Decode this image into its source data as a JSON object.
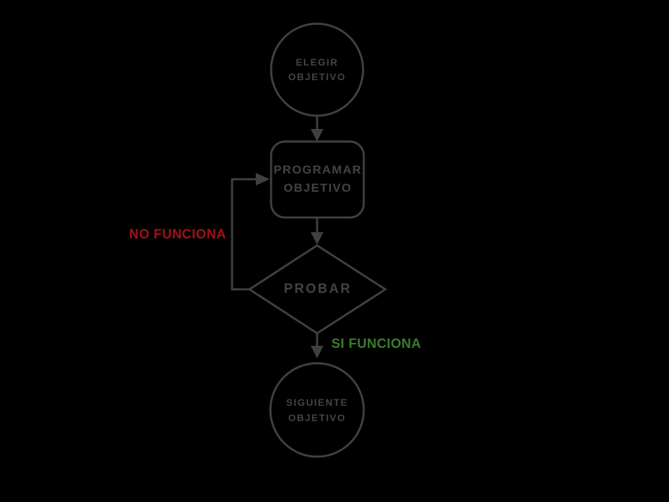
{
  "background_color": "#000000",
  "line_color": "#404042",
  "node_text_color": "#434345",
  "flowchart": {
    "nodes": {
      "start": {
        "type": "circle",
        "line1": "ELEGIR",
        "line2": "OBJETIVO"
      },
      "process": {
        "type": "rounded-rect",
        "line1": "PROGRAMAR",
        "line2": "OBJETIVO"
      },
      "decision": {
        "type": "diamond",
        "label": "PROBAR"
      },
      "end": {
        "type": "circle",
        "line1": "SIGUIENTE",
        "line2": "OBJETIVO"
      }
    },
    "edge_labels": {
      "failure": {
        "text": "NO FUNCIONA",
        "color": "#a31016"
      },
      "success": {
        "text": "SI FUNCIONA",
        "color": "#3a7d2c"
      }
    }
  }
}
